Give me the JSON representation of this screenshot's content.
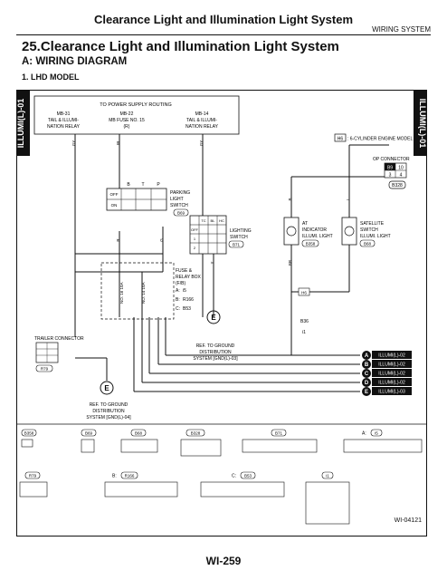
{
  "header": {
    "title": "Clearance Light and Illumination Light System",
    "section_tag": "WIRING SYSTEM"
  },
  "section_title": "25.Clearance Light and Illumination Light System",
  "subtitle": "A:  WIRING DIAGRAM",
  "model": "1.  LHD MODEL",
  "side_tab": "ILLUMI(L)-01",
  "supply_note": "TO POWER SUPPLY ROUTING",
  "relays": [
    {
      "line1": "MB-31",
      "line2": "TAIL & ILLUMI-",
      "line3": "NATION RELAY"
    },
    {
      "line1": "MB-22",
      "line2": "MB FUSE NO. 15",
      "line3": "(R)"
    },
    {
      "line1": "MB-14",
      "line2": "TAIL & ILLUMI-",
      "line3": "NATION RELAY"
    }
  ],
  "engine_note": {
    "code": "H6",
    "text": ": 6-CYLINDER ENGINE MODEL"
  },
  "op_connector": {
    "label": "OP CONNECTOR",
    "pins": [
      "B9",
      "10",
      "3",
      "4"
    ],
    "code": "B328"
  },
  "parking_switch": {
    "label1": "PARKING",
    "label2": "LIGHT",
    "label3": "SWITCH",
    "code": "B69",
    "cols": [
      "B",
      "T",
      "P"
    ],
    "rows": [
      "ON",
      "OFF"
    ]
  },
  "lighting_switch": {
    "label1": "LIGHTING",
    "label2": "SWITCH",
    "code": "B71",
    "cols": [
      "TC",
      "BL",
      "HC"
    ],
    "rows": [
      "OFF",
      "1",
      "2"
    ]
  },
  "at_indicator": {
    "label1": "AT",
    "label2": "INDICATOR",
    "label3": "ILLUMI. LIGHT",
    "code": "B358"
  },
  "satellite_switch": {
    "label1": "SATELLITE",
    "label2": "SWITCH",
    "label3": "ILLUMI. LIGHT",
    "code": "B68"
  },
  "fuse_box": {
    "label1": "FUSE &",
    "label2": "RELAY BOX",
    "label3": "(F/B)",
    "refs": [
      {
        "letter": "A:",
        "code": "i5"
      },
      {
        "letter": "B:",
        "code": "R166"
      },
      {
        "letter": "C:",
        "code": "B53"
      }
    ]
  },
  "fuses": [
    {
      "label": "NO. 16  10A"
    },
    {
      "label": "NO. 14  10A"
    }
  ],
  "trailer": {
    "label": "TRAILER CONNECTOR",
    "code": "R79"
  },
  "grounds": [
    {
      "line1": "REF. TO GROUND",
      "line2": "DISTRIBUTION",
      "line3": "SYSTEM [GND(L)-04]"
    },
    {
      "line1": "REF. TO GROUND",
      "line2": "DISTRIBUTION",
      "line3": "SYSTEM [GND(L)-03]"
    }
  ],
  "junction": {
    "code": "B36",
    "sub": "i1",
    "hb": "H6"
  },
  "outputs": [
    {
      "letter": "A",
      "ref": "ILLUMI(L)-02"
    },
    {
      "letter": "B",
      "ref": "ILLUMI(L)-02"
    },
    {
      "letter": "C",
      "ref": "ILLUMI(L)-02"
    },
    {
      "letter": "D",
      "ref": "ILLUMI(L)-02"
    },
    {
      "letter": "E",
      "ref": "ILLUMI(L)-03"
    }
  ],
  "connectors_row1": [
    "B358",
    "B69",
    "B68",
    "B328",
    "B71",
    "A:",
    "i5"
  ],
  "connectors_row2": [
    "R79",
    "B:",
    "R166",
    "C:",
    "B53",
    "i1"
  ],
  "wire_colors": [
    "GY",
    "W",
    "GY",
    "B",
    "L",
    "R",
    "G",
    "Y",
    "BR"
  ],
  "footer_id": "WI-04121",
  "page_number": "WI-259"
}
